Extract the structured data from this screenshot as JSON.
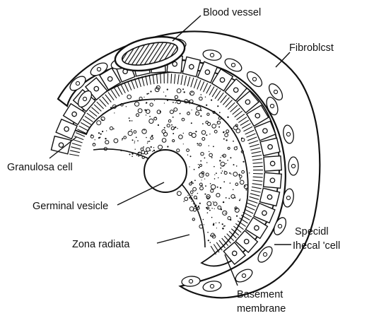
{
  "figure": {
    "labels": {
      "blood_vessel": "Blood vessel",
      "fibroblast": "Fibroblcst",
      "granulosa_cell": "Granulosa cell",
      "germinal_vesicle": "Germinal vesicle",
      "zona_radiata": "Zona radiata",
      "special_thecal_cell_line1": "Specidl",
      "special_thecal_cell_line2": "Ihecal 'cell",
      "basement_membrane_line1": "Basement",
      "basement_membrane_line2": "membrane"
    },
    "colors": {
      "ink": "#111111",
      "paper": "#ffffff"
    }
  }
}
